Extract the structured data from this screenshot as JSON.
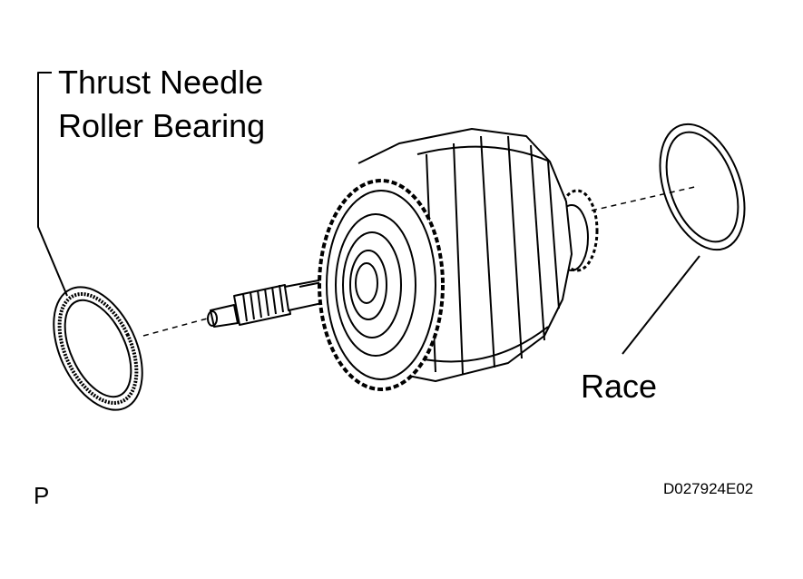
{
  "labels": {
    "bearing_line1": "Thrust Needle",
    "bearing_line2": "Roller Bearing",
    "race": "Race",
    "view_marker": "P",
    "figure_code": "D027924E02"
  },
  "colors": {
    "ink": "#000000",
    "paper": "#ffffff"
  }
}
